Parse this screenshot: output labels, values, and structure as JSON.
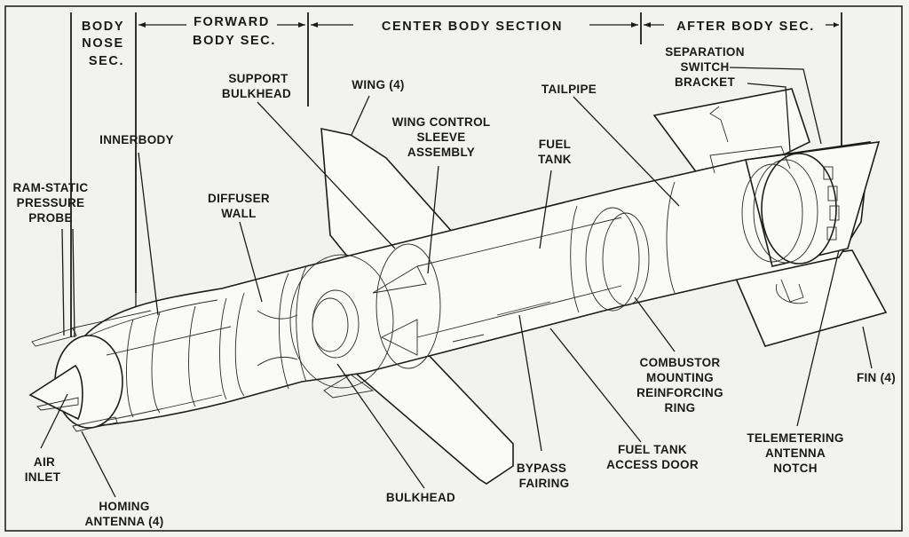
{
  "title": "Missile Body Sections and Components",
  "sections": [
    {
      "id": "body-nose",
      "lines": [
        "BODY",
        "NOSE",
        "SEC."
      ]
    },
    {
      "id": "forward-body",
      "lines": [
        "FORWARD",
        "BODY SEC."
      ]
    },
    {
      "id": "center-body",
      "lines": [
        "CENTER BODY SECTION"
      ]
    },
    {
      "id": "after-body",
      "lines": [
        "AFTER BODY SEC."
      ]
    }
  ],
  "labels": [
    {
      "id": "ram-static-pressure-probe",
      "lines": [
        "RAM-STATIC",
        "PRESSURE",
        "PROBE"
      ]
    },
    {
      "id": "innerbody",
      "lines": [
        "INNERBODY"
      ]
    },
    {
      "id": "support-bulkhead",
      "lines": [
        "SUPPORT",
        "BULKHEAD"
      ]
    },
    {
      "id": "diffuser-wall",
      "lines": [
        "DIFFUSER",
        "WALL"
      ]
    },
    {
      "id": "wing",
      "lines": [
        "WING (4)"
      ]
    },
    {
      "id": "wing-control-sleeve-assembly",
      "lines": [
        "WING CONTROL",
        "SLEEVE",
        "ASSEMBLY"
      ]
    },
    {
      "id": "fuel-tank",
      "lines": [
        "FUEL",
        "TANK"
      ]
    },
    {
      "id": "tailpipe",
      "lines": [
        "TAILPIPE"
      ]
    },
    {
      "id": "separation-switch-bracket",
      "lines": [
        "SEPARATION",
        "SWITCH",
        "BRACKET"
      ]
    },
    {
      "id": "combustor-mounting-reinforcing-ring",
      "lines": [
        "COMBUSTOR",
        "MOUNTING",
        "REINFORCING",
        "RING"
      ]
    },
    {
      "id": "fin",
      "lines": [
        "FIN (4)"
      ]
    },
    {
      "id": "telemetering-antenna-notch",
      "lines": [
        "TELEMETERING",
        "ANTENNA",
        "NOTCH"
      ]
    },
    {
      "id": "fuel-tank-access-door",
      "lines": [
        "FUEL TANK",
        "ACCESS DOOR"
      ]
    },
    {
      "id": "bypass-fairing",
      "lines": [
        "BYPASS",
        "FAIRING"
      ]
    },
    {
      "id": "bulkhead",
      "lines": [
        "BULKHEAD"
      ]
    },
    {
      "id": "air-inlet",
      "lines": [
        "AIR",
        "INLET"
      ]
    },
    {
      "id": "homing-antenna",
      "lines": [
        "HOMING",
        "ANTENNA (4)"
      ]
    }
  ]
}
